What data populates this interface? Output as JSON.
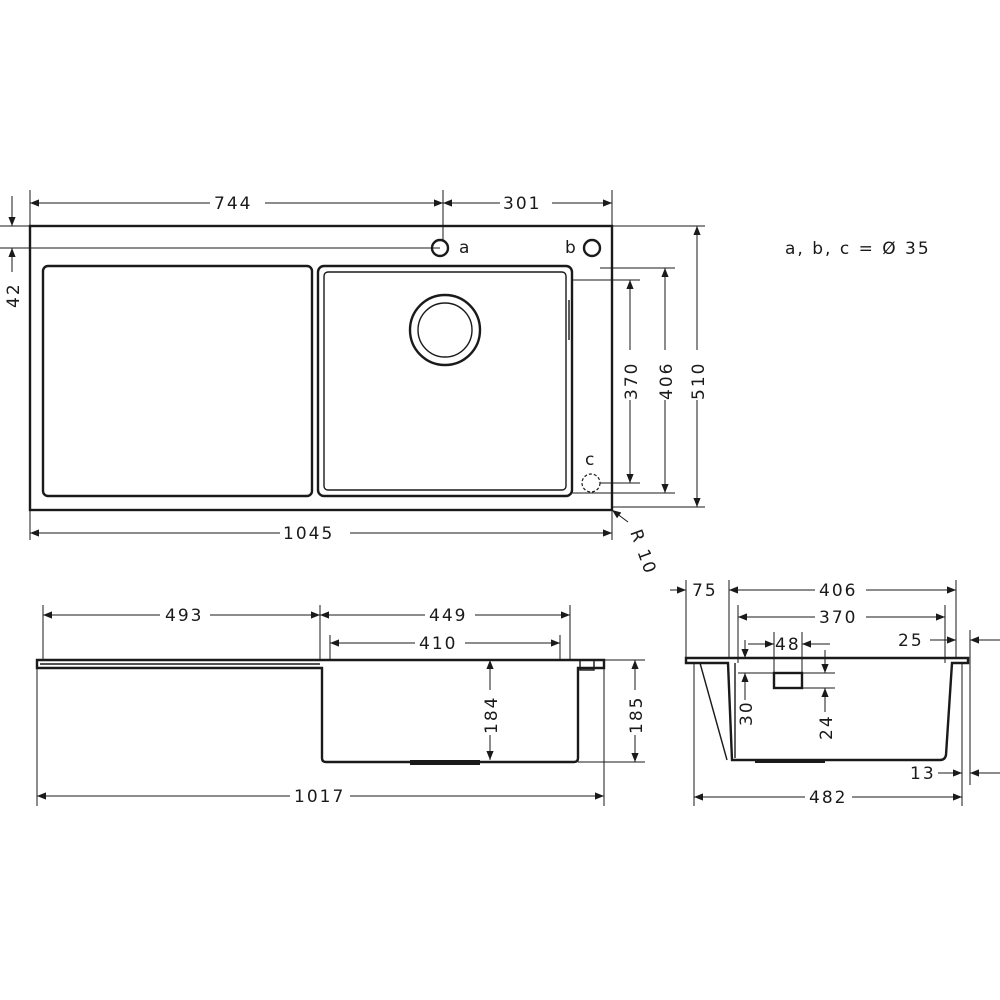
{
  "drawing": {
    "note": "a, b, c = Ø 35",
    "top_view": {
      "dim_744": "744",
      "dim_301": "301",
      "dim_42": "42",
      "dim_370": "370",
      "dim_406": "406",
      "dim_510": "510",
      "dim_1045": "1045",
      "radius": "R 10",
      "hole_a": "a",
      "hole_b": "b",
      "hole_c": "c"
    },
    "front_view": {
      "dim_493": "493",
      "dim_449": "449",
      "dim_410": "410",
      "dim_184": "184",
      "dim_185": "185",
      "dim_1017": "1017"
    },
    "side_view": {
      "dim_75": "75",
      "dim_406": "406",
      "dim_370": "370",
      "dim_48": "48",
      "dim_25": "25",
      "dim_30": "30",
      "dim_24": "24",
      "dim_13": "13",
      "dim_482": "482"
    }
  }
}
